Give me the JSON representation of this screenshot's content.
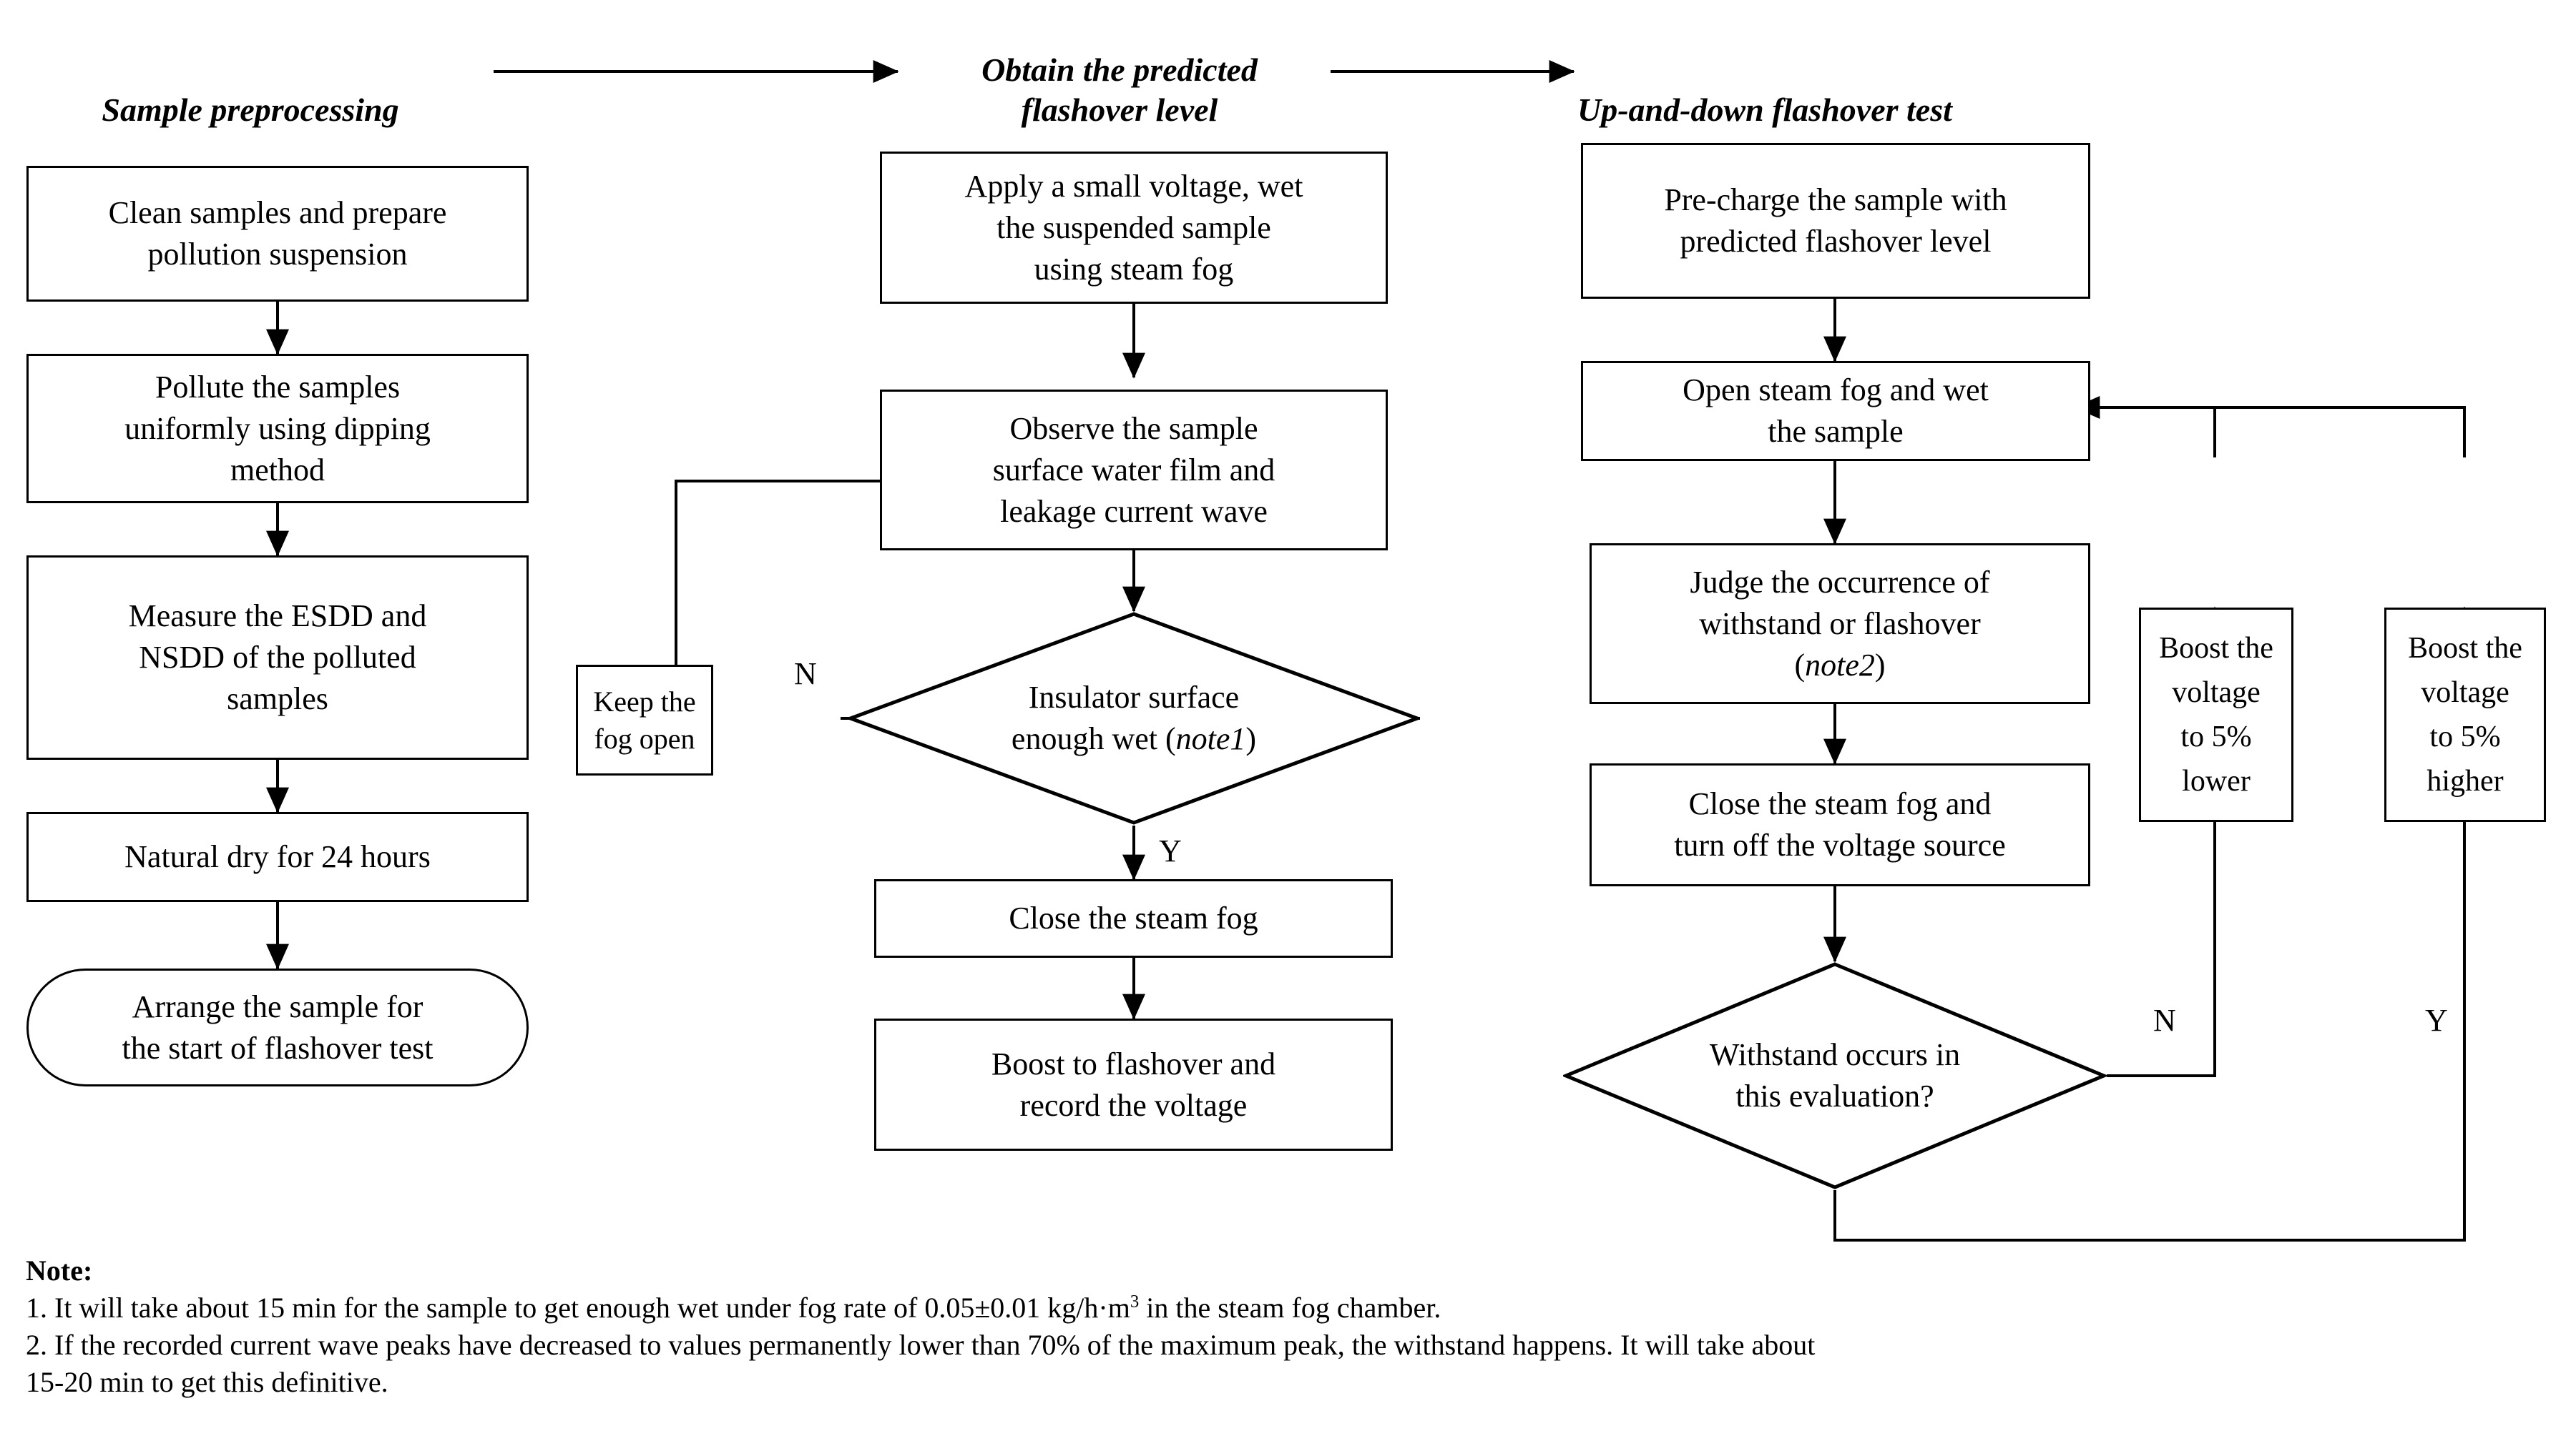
{
  "headers": [
    {
      "label": "Sample preprocessing"
    },
    {
      "label": "Obtain the predicted\nflashover level"
    },
    {
      "label": "Up-and-down flashover test"
    }
  ],
  "column1": {
    "nodes": [
      {
        "label": "Clean samples and prepare\npollution suspension",
        "shape": "rect"
      },
      {
        "label": "Pollute the samples\nuniformly using dipping\nmethod",
        "shape": "rect"
      },
      {
        "label": "Measure the ESDD and\nNSDD of the polluted\nsamples",
        "shape": "rect"
      },
      {
        "label": "Natural dry for 24 hours",
        "shape": "rect"
      },
      {
        "label": "Arrange the sample for\nthe start of flashover test",
        "shape": "stadium"
      }
    ]
  },
  "column2": {
    "nodes": [
      {
        "label": "Apply a small voltage,  wet\nthe suspended sample\nusing steam fog",
        "shape": "rect"
      },
      {
        "label": "Observe the sample\nsurface water film and\nleakage current wave",
        "shape": "rect"
      },
      {
        "label": "Keep the\nfog open",
        "shape": "rect"
      },
      {
        "label": "Close the steam fog",
        "shape": "rect"
      },
      {
        "label": "Boost to flashover and\nrecord the voltage",
        "shape": "rect"
      }
    ],
    "decision": {
      "prefix": "Insulator surface\nenough wet (",
      "italic": "note1",
      "suffix": ")"
    },
    "edge_labels": {
      "no": "N",
      "yes": "Y"
    }
  },
  "column3": {
    "nodes": [
      {
        "label": "Pre-charge the sample with\npredicted flashover level",
        "shape": "rect"
      },
      {
        "label": "Open steam fog and wet\nthe sample",
        "shape": "rect"
      },
      {
        "label": "Judge the occurrence of\nwithstand or flashover\n(",
        "shape": "rect"
      },
      {
        "label": "Close the steam fog and\nturn off the voltage source",
        "shape": "rect"
      },
      {
        "label": "Boost the\nvoltage\nto 5%\nlower",
        "shape": "rect"
      },
      {
        "label": "Boost the\nvoltage\nto 5%\nhigher",
        "shape": "rect"
      }
    ],
    "judge": {
      "prefix": "Judge the occurrence of\nwithstand or flashover\n(",
      "italic": "note2",
      "suffix": ")"
    },
    "decision": {
      "label": "Withstand occurs in\nthis evaluation?"
    },
    "edge_labels": {
      "no": "N",
      "yes": "Y"
    }
  },
  "notes": {
    "title": "Note:",
    "line1_a": "1. It will take about 15 min for the sample to get enough wet under fog rate of 0.05±0.01 kg/h·m",
    "line1_sup": "3",
    "line1_b": " in the steam fog chamber.",
    "line2": "2. If the recorded current wave peaks have decreased to values permanently lower than 70% of the maximum peak, the withstand happens. It will take about\n15-20 min to get this definitive."
  },
  "colors": {
    "stroke": "#000000",
    "background": "#ffffff"
  }
}
